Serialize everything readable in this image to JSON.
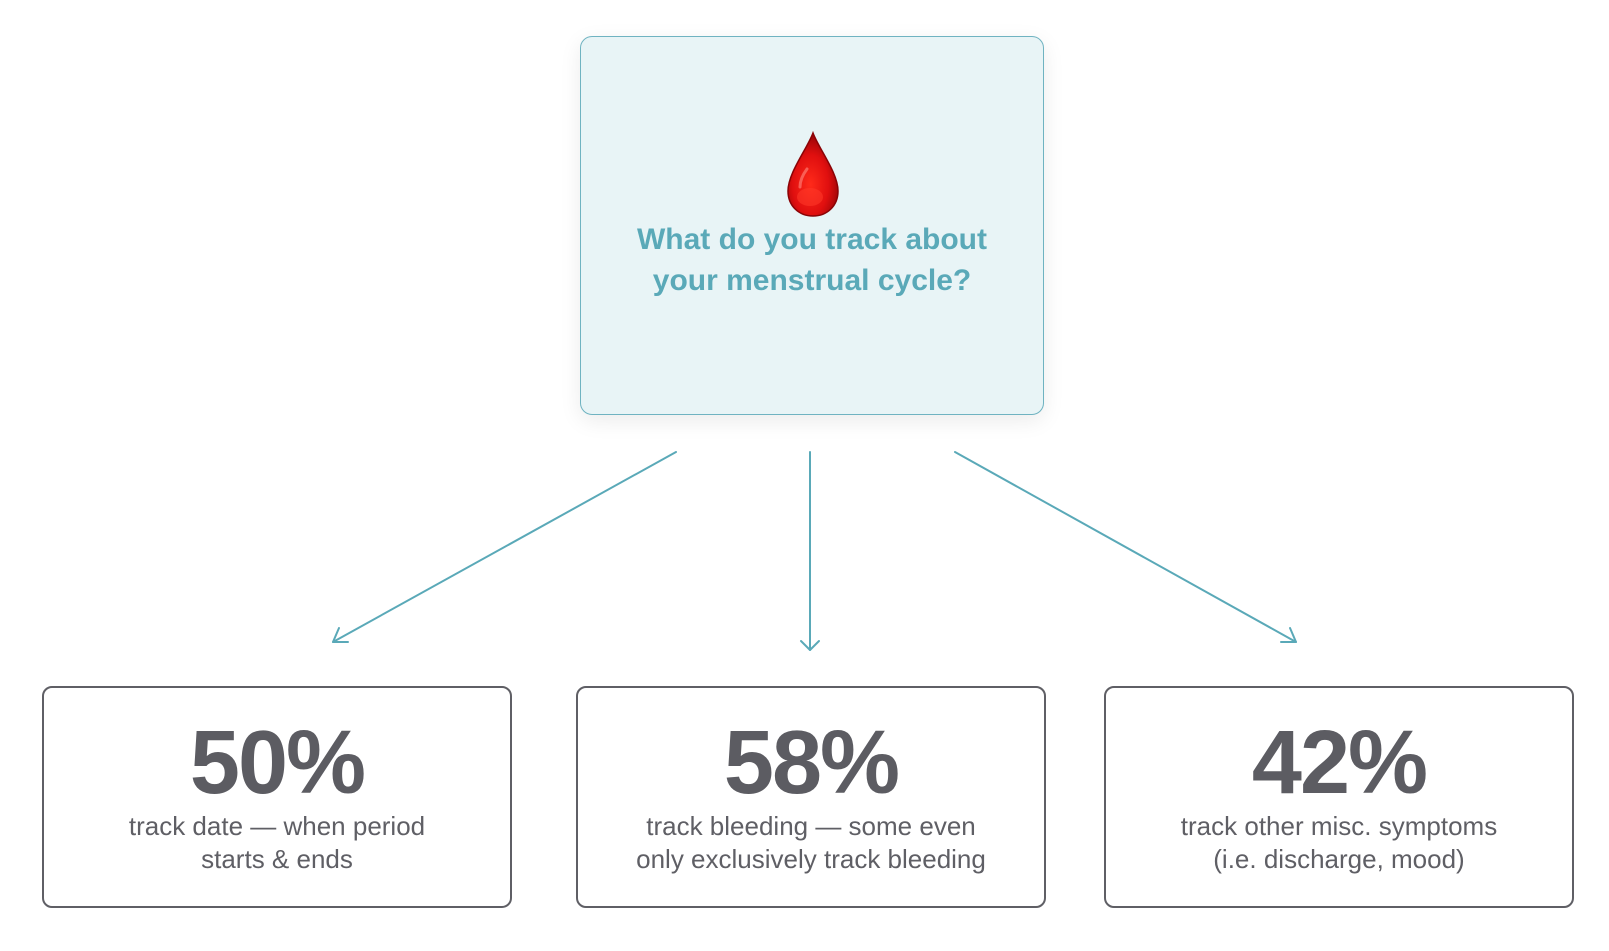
{
  "question": {
    "icon": "blood-drop-icon",
    "line1": "What do you track about",
    "line2": "your menstrual cycle?"
  },
  "stats": [
    {
      "value": "50%",
      "line1": "track date — when period",
      "line2": "starts & ends"
    },
    {
      "value": "58%",
      "line1": "track bleeding — some even",
      "line2": "only exclusively track bleeding"
    },
    {
      "value": "42%",
      "line1": "track other misc. symptoms",
      "line2": "(i.e. discharge, mood)"
    }
  ],
  "colors": {
    "question_bg": "#e8f4f6",
    "question_border": "#6fb3c1",
    "question_text": "#5aa9b8",
    "arrow": "#5aa9b8",
    "card_border": "#5f5f65",
    "card_text": "#5f5f65",
    "drop": "#e01010"
  }
}
